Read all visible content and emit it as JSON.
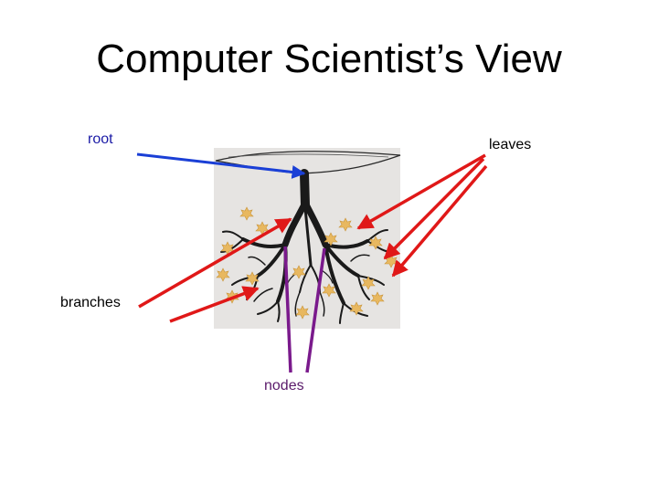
{
  "slide": {
    "title": "Computer Scientist’s View"
  },
  "labels": {
    "root": "root",
    "leaves": "leaves",
    "branches": "branches",
    "nodes": "nodes"
  },
  "colors": {
    "root_arrow": "#1a3fd6",
    "leaves_arrow": "#e01818",
    "branches_arrow": "#e01818",
    "nodes_line": "#7a1a8c",
    "tree_bark": "#1a1a1a",
    "picture_bg": "#e6e4e2",
    "leaf_fill": "#e8b860"
  },
  "picture": {
    "icon": "upside-down-tree-icon"
  }
}
